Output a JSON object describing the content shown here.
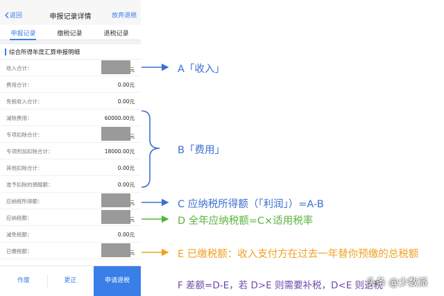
{
  "nav": {
    "back": "返回",
    "title": "申报记录详情",
    "action": "放弃退税"
  },
  "tabs": [
    {
      "label": "申报记录"
    },
    {
      "label": "缴税记录"
    },
    {
      "label": "退税记录"
    }
  ],
  "section": {
    "title": "综合所得年度汇算申报明细"
  },
  "rows": [
    {
      "label": "收入合计：",
      "value": "",
      "unit": "元",
      "masked": true
    },
    {
      "label": "费用合计：",
      "value": "0.00元",
      "unit": "",
      "masked": false
    },
    {
      "label": "免税收入合计：",
      "value": "0.00元",
      "unit": "",
      "masked": false
    },
    {
      "label": "减除费用：",
      "value": "60000.00元",
      "unit": "",
      "masked": false
    },
    {
      "label": "专项扣除合计：",
      "value": "",
      "unit": "元",
      "masked": true
    },
    {
      "label": "专项附加扣除合计：",
      "value": "18000.00元",
      "unit": "",
      "masked": false
    },
    {
      "label": "其他扣除合计：",
      "value": "0.00元",
      "unit": "",
      "masked": false
    },
    {
      "label": "准予扣除的捐赠额：",
      "value": "0.00元",
      "unit": "",
      "masked": false
    },
    {
      "label": "应纳税所得额：",
      "value": "",
      "unit": "元",
      "masked": true
    },
    {
      "label": "应纳税额：",
      "value": "",
      "unit": "元",
      "masked": true
    },
    {
      "label": "减免税额：",
      "value": "0.00元",
      "unit": "",
      "masked": false
    },
    {
      "label": "已缴税额：",
      "value": "",
      "unit": "元",
      "masked": true
    }
  ],
  "bottom": {
    "void": "作废",
    "correct": "更正",
    "apply": "申请退税"
  },
  "annotations": {
    "a": "A「收入」",
    "b": "B「费用」",
    "c": "C 应纳税所得额（「利润」）=A-B",
    "d": "D 全年应纳税额=C×适用税率",
    "e": "E 已缴税额：收入支付方在过去一年替你预缴的总税额",
    "f": "F 差额=D-E，若 D>E 则需要补税，D<E 则退税"
  },
  "watermark": "头条 @少数派",
  "colors": {
    "accent": "#3a7ee8",
    "blue": "#3a6fd1",
    "green": "#58b33c",
    "orange": "#f0a020",
    "purple": "#6a4aa8"
  },
  "icons": {
    "back": "chevron-left-icon"
  }
}
